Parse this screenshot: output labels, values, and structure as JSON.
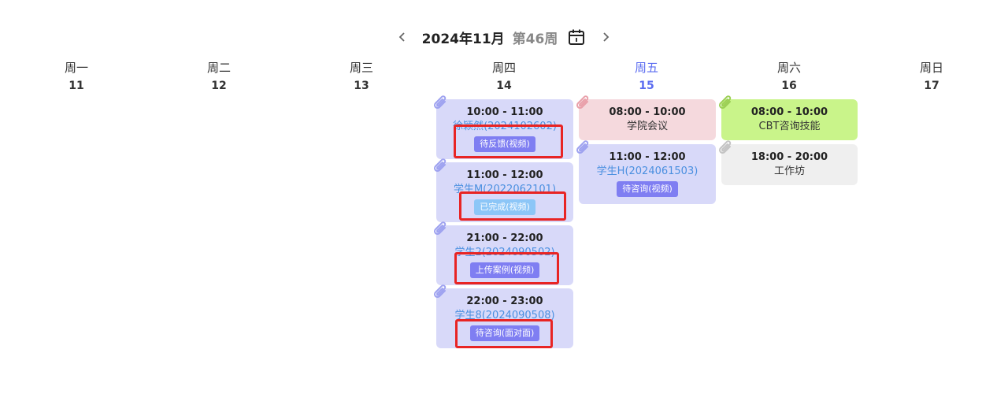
{
  "header": {
    "month_label": "2024年11月",
    "week_label": "第46周",
    "prev_icon": "chevron-left-icon",
    "next_icon": "chevron-right-icon",
    "calendar_icon": "calendar-icon"
  },
  "days": [
    {
      "name": "周一",
      "num": "11",
      "today": false
    },
    {
      "name": "周二",
      "num": "12",
      "today": false
    },
    {
      "name": "周三",
      "num": "13",
      "today": false
    },
    {
      "name": "周四",
      "num": "14",
      "today": false
    },
    {
      "name": "周五",
      "num": "15",
      "today": true
    },
    {
      "name": "周六",
      "num": "16",
      "today": false
    },
    {
      "name": "周日",
      "num": "17",
      "today": false
    }
  ],
  "colors": {
    "today": "#5b6cf0",
    "highlight": "#e82424",
    "event_purple": "#d8d9f9",
    "event_pink": "#f5d9dd",
    "event_green": "#c9f48a",
    "event_gray": "#efefef"
  },
  "events": {
    "thu_1": {
      "time": "10:00 - 11:00",
      "name": "徐颖然(2024102602)",
      "status": "待反馈(视频)"
    },
    "thu_2": {
      "time": "11:00 - 12:00",
      "name": "学生M(2022062101)",
      "status": "已完成(视频)"
    },
    "thu_3": {
      "time": "21:00 - 22:00",
      "name": "学生2(2024090502)",
      "status": "上传案例(视频)"
    },
    "thu_4": {
      "time": "22:00 - 23:00",
      "name": "学生8(2024090508)",
      "status": "待咨询(面对面)"
    },
    "fri_1": {
      "time": "08:00 - 10:00",
      "name": "学院会议"
    },
    "fri_2": {
      "time": "11:00 - 12:00",
      "name": "学生H(2024061503)",
      "status": "待咨询(视频)"
    },
    "sat_1": {
      "time": "08:00 - 10:00",
      "name": "CBT咨询技能"
    },
    "sat_2": {
      "time": "18:00 - 20:00",
      "name": "工作坊"
    }
  }
}
